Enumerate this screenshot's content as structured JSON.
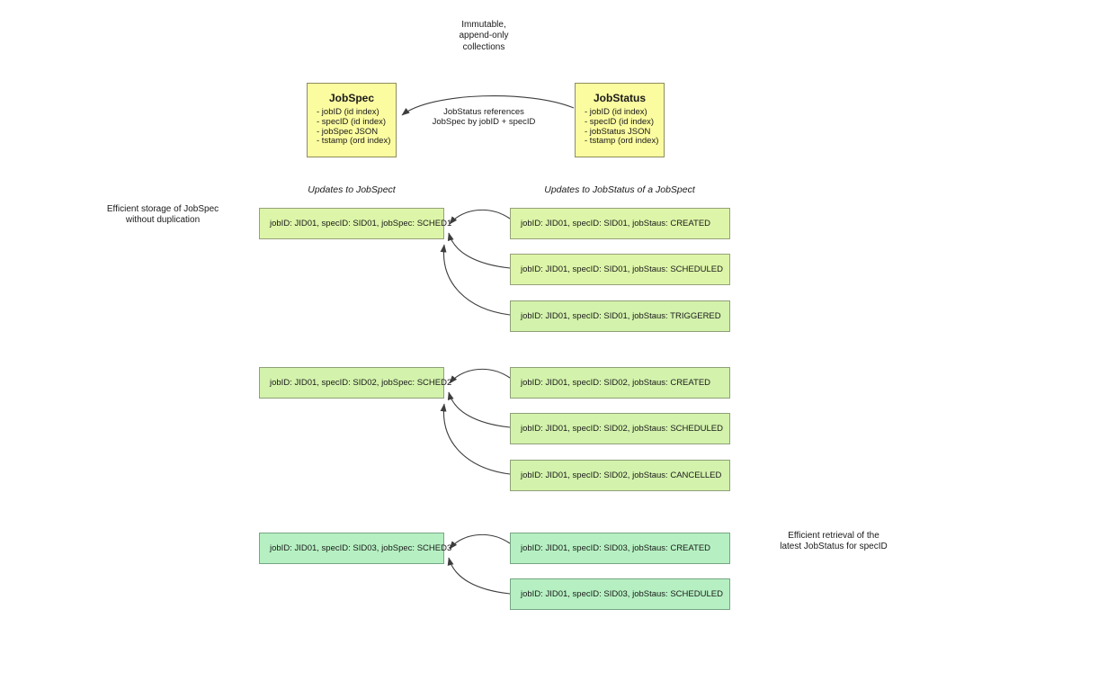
{
  "diagram": {
    "title_note": "Immutable,\nappend-only\ncollections",
    "left_note": "Efficient storage of JobSpec\nwithout duplication",
    "right_note": "Efficient retrieval of the\nlatest JobStatus for specID",
    "relation_label": "JobStatus references\nJobSpec by jobID + specID",
    "entities": [
      {
        "name": "JobSpec",
        "fields": [
          "- jobID (id index)",
          "- specID (id index)",
          "- jobSpec JSON",
          "- tstamp (ord index)"
        ]
      },
      {
        "name": "JobStatus",
        "fields": [
          "- jobID (id index)",
          "- specID (id index)",
          "- jobStatus JSON",
          "- tstamp (ord index)"
        ]
      }
    ],
    "columns": [
      {
        "header": "Updates to JobSpect"
      },
      {
        "header": "Updates to JobStatus of a JobSpect"
      }
    ],
    "groups": [
      {
        "spec": "jobID: JID01, specID: SID01, jobSpec: SCHED1",
        "statuses": [
          "jobID: JID01, specID: SID01, jobStaus: CREATED",
          "jobID: JID01, specID: SID01, jobStaus: SCHEDULED",
          "jobID: JID01, specID: SID01, jobStaus: TRIGGERED"
        ]
      },
      {
        "spec": "jobID: JID01, specID: SID02, jobSpec: SCHED2",
        "statuses": [
          "jobID: JID01, specID: SID02, jobStaus: CREATED",
          "jobID: JID01, specID: SID02, jobStaus: SCHEDULED",
          "jobID: JID01, specID: SID02, jobStaus: CANCELLED"
        ]
      },
      {
        "spec": "jobID: JID01, specID: SID03, jobSpec: SCHED3",
        "statuses": [
          "jobID: JID01, specID: SID03, jobStaus: CREATED",
          "jobID: JID01, specID: SID03, jobStaus: SCHEDULED"
        ]
      }
    ],
    "colors": {
      "entity_fill": "#fbfba0",
      "record_fill_pale": "#ddf5a8",
      "record_fill_deep": "#b6f0c2",
      "edge_stroke": "#3d3d3d",
      "background": "#ffffff"
    }
  }
}
